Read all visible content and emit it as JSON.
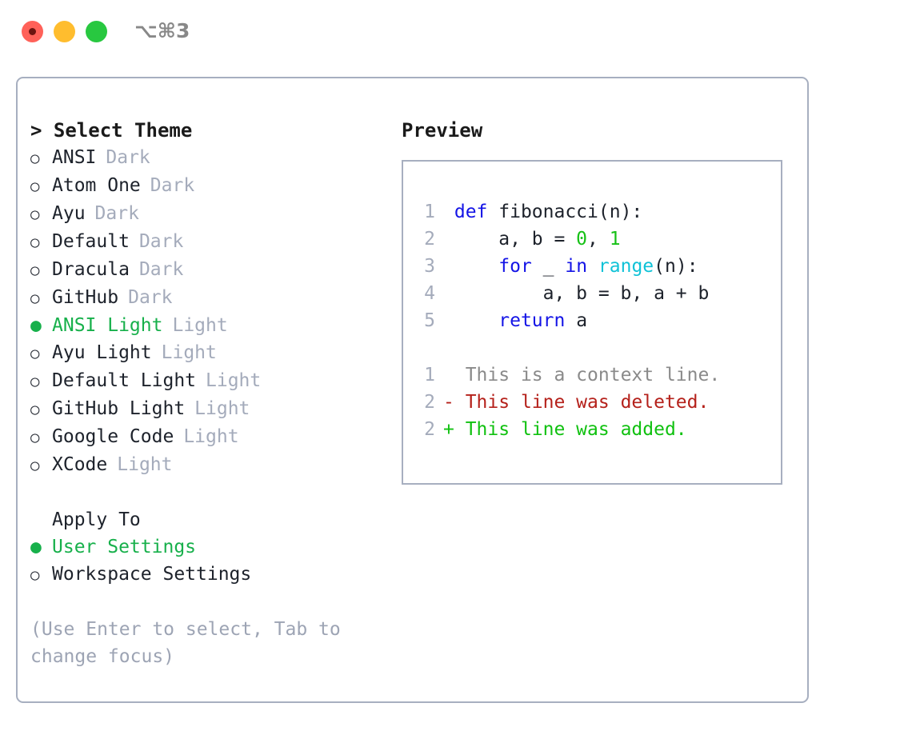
{
  "window": {
    "traffic_lights": [
      {
        "name": "close",
        "color": "#FF6159"
      },
      {
        "name": "minimize",
        "color": "#FFBD2E"
      },
      {
        "name": "maximize",
        "color": "#28C840"
      }
    ],
    "shortcut": "⌥⌘3"
  },
  "theme_panel": {
    "title": "> Select Theme",
    "options": [
      {
        "marker": "○",
        "label": "ANSI",
        "suffix": "Dark",
        "selected": false
      },
      {
        "marker": "○",
        "label": "Atom One",
        "suffix": "Dark",
        "selected": false
      },
      {
        "marker": "○",
        "label": "Ayu",
        "suffix": "Dark",
        "selected": false
      },
      {
        "marker": "○",
        "label": "Default",
        "suffix": "Dark",
        "selected": false
      },
      {
        "marker": "○",
        "label": "Dracula",
        "suffix": "Dark",
        "selected": false
      },
      {
        "marker": "○",
        "label": "GitHub",
        "suffix": "Dark",
        "selected": false
      },
      {
        "marker": "●",
        "label": "ANSI Light",
        "suffix": "Light",
        "selected": true
      },
      {
        "marker": "○",
        "label": "Ayu Light",
        "suffix": "Light",
        "selected": false
      },
      {
        "marker": "○",
        "label": "Default Light",
        "suffix": "Light",
        "selected": false
      },
      {
        "marker": "○",
        "label": "GitHub Light",
        "suffix": "Light",
        "selected": false
      },
      {
        "marker": "○",
        "label": "Google Code",
        "suffix": "Light",
        "selected": false
      },
      {
        "marker": "○",
        "label": "XCode",
        "suffix": "Light",
        "selected": false
      }
    ]
  },
  "apply_to": {
    "title": "Apply To",
    "options": [
      {
        "marker": "●",
        "label": "User Settings",
        "selected": true
      },
      {
        "marker": "○",
        "label": "Workspace Settings",
        "selected": false
      }
    ]
  },
  "hint": "(Use Enter to select, Tab to change focus)",
  "preview": {
    "title": "Preview",
    "code_lines": [
      {
        "num": "1",
        "tokens": [
          {
            "t": " ",
            "c": "plain"
          },
          {
            "t": "def",
            "c": "kw"
          },
          {
            "t": " fibonacci(n):",
            "c": "plain"
          }
        ]
      },
      {
        "num": "2",
        "tokens": [
          {
            "t": "     a, b = ",
            "c": "plain"
          },
          {
            "t": "0",
            "c": "num"
          },
          {
            "t": ", ",
            "c": "plain"
          },
          {
            "t": "1",
            "c": "num"
          }
        ]
      },
      {
        "num": "3",
        "tokens": [
          {
            "t": "     ",
            "c": "plain"
          },
          {
            "t": "for",
            "c": "kw"
          },
          {
            "t": " _ ",
            "c": "plain"
          },
          {
            "t": "in",
            "c": "kw"
          },
          {
            "t": " ",
            "c": "plain"
          },
          {
            "t": "range",
            "c": "call"
          },
          {
            "t": "(n):",
            "c": "plain"
          }
        ]
      },
      {
        "num": "4",
        "tokens": [
          {
            "t": "         a, b = b, a + b",
            "c": "plain"
          }
        ]
      },
      {
        "num": "5",
        "tokens": [
          {
            "t": "     ",
            "c": "plain"
          },
          {
            "t": "return",
            "c": "kw"
          },
          {
            "t": " a",
            "c": "plain"
          }
        ]
      }
    ],
    "diff_lines": [
      {
        "num": "1",
        "prefix": "  ",
        "text": "This is a context line.",
        "kind": "context"
      },
      {
        "num": "2",
        "prefix": "- ",
        "text": "This line was deleted.",
        "kind": "deleted"
      },
      {
        "num": "2",
        "prefix": "+ ",
        "text": "This line was added.",
        "kind": "added"
      }
    ]
  },
  "colors": {
    "accent_green": "#17B04B",
    "muted": "#A4ABBB",
    "border": "#A7AFC0",
    "keyword": "#1414E6",
    "number": "#16C116",
    "call": "#0FC2D7",
    "diff_deleted": "#B5211B",
    "diff_added": "#10C110",
    "diff_context": "#8a8a8a"
  }
}
